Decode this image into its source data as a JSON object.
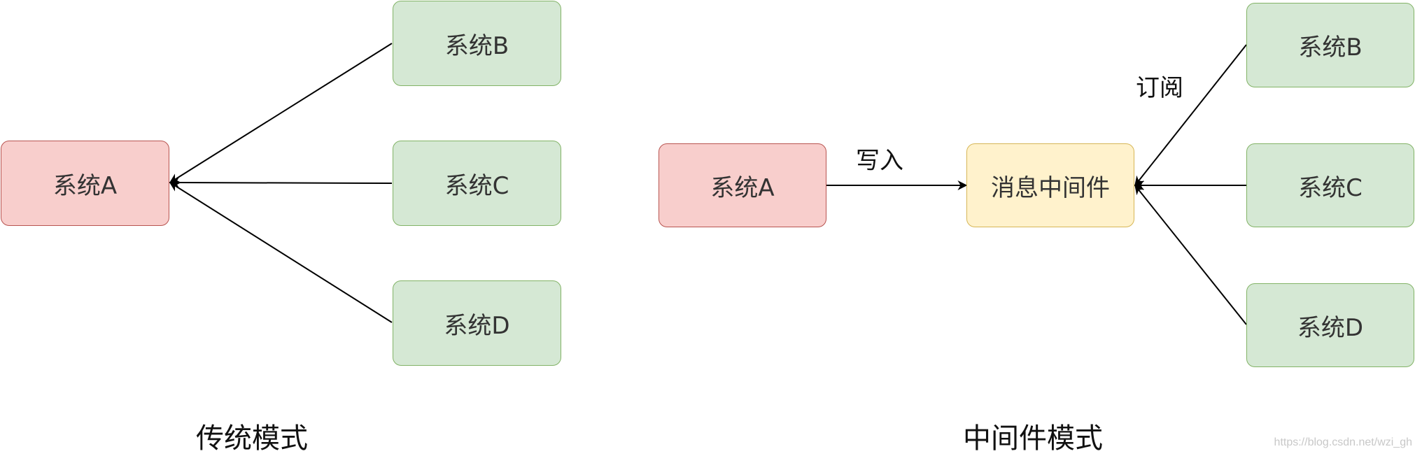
{
  "traditional": {
    "caption": "传统模式",
    "node_a": "系统A",
    "node_b": "系统B",
    "node_c": "系统C",
    "node_d": "系统D"
  },
  "middleware": {
    "caption": "中间件模式",
    "node_a": "系统A",
    "broker": "消息中间件",
    "node_b": "系统B",
    "node_c": "系统C",
    "node_d": "系统D",
    "write_label": "写入",
    "subscribe_label": "订阅"
  },
  "watermark": "https://blog.csdn.net/wzi_gh",
  "colors": {
    "source_fill": "#f8cecc",
    "source_border": "#b85450",
    "system_fill": "#d5e8d4",
    "system_border": "#82b366",
    "broker_fill": "#fff2cc",
    "broker_border": "#d6b656"
  }
}
